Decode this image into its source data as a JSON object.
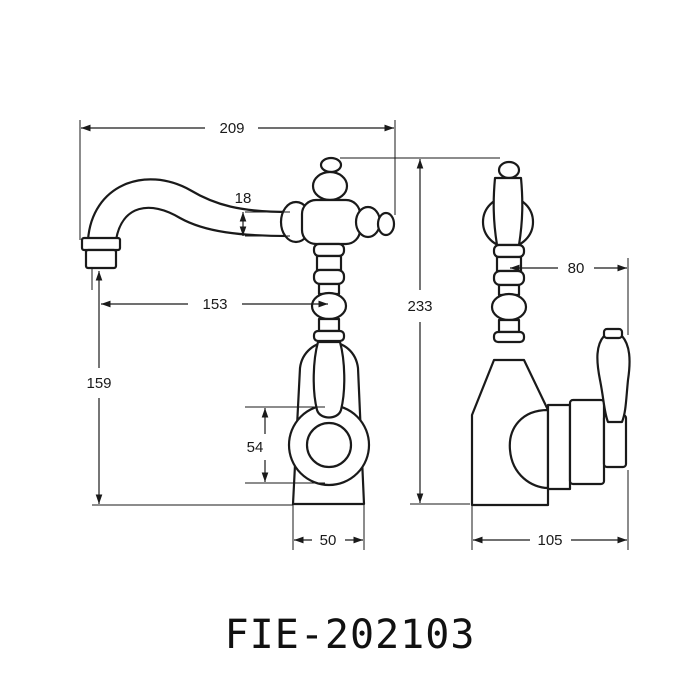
{
  "dimensions": {
    "overall_width": "209",
    "spout_height": "18",
    "spout_reach": "153",
    "spout_outlet_height": "159",
    "overall_height": "233",
    "handle_height": "54",
    "base_width": "50",
    "side_depth": "105",
    "side_body_depth": "80"
  },
  "model_code": "FIE-202103"
}
